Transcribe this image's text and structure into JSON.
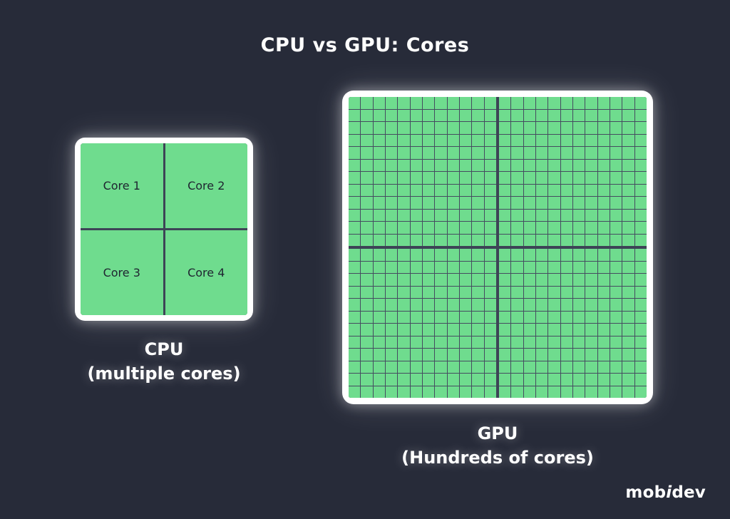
{
  "title": "CPU vs GPU: Cores",
  "cpu": {
    "cores": [
      "Core 1",
      "Core 2",
      "Core 3",
      "Core 4"
    ],
    "label": "CPU",
    "sublabel": "(multiple cores)"
  },
  "gpu": {
    "label": "GPU",
    "sublabel": "(Hundreds of cores)",
    "grid": {
      "quadrants": 4,
      "rows_per_quadrant": 12,
      "cols_per_quadrant": 12
    }
  },
  "branding": {
    "logo_parts": [
      "mob",
      "i",
      "dev"
    ]
  },
  "colors": {
    "background": "#272B39",
    "cell_green": "#6FDC8E",
    "grid_line": "#3D4456",
    "chip_border": "#FFFFFF",
    "text_dark": "#1F2430",
    "text_light": "#FFFFFF"
  }
}
